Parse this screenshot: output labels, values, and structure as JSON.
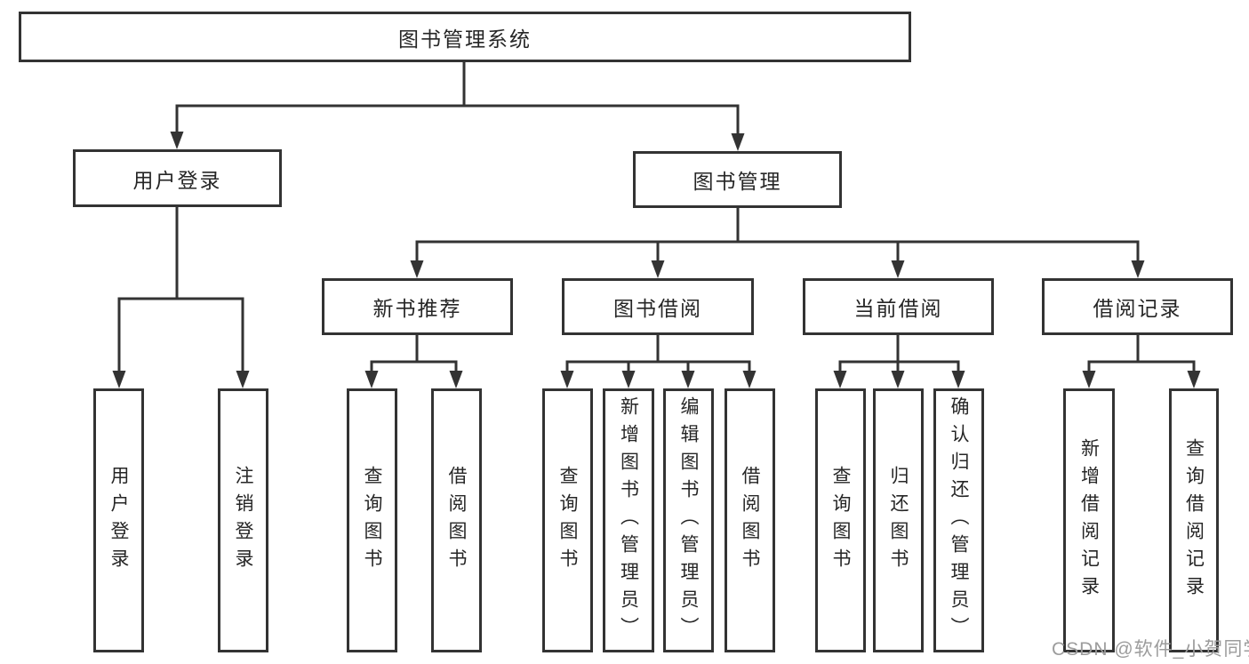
{
  "colors": {
    "line": "#333333",
    "box_border": "#333333",
    "text": "#262626",
    "watermark": "#9c9c9c",
    "background": "#ffffff"
  },
  "watermark": {
    "text": "CSDN @软件_小贺同学"
  },
  "tree": {
    "label": "图书管理系统",
    "children": [
      {
        "label": "用户登录",
        "children": [
          {
            "label": "用户登录"
          },
          {
            "label": "注销登录"
          }
        ]
      },
      {
        "label": "图书管理",
        "children": [
          {
            "label": "新书推荐",
            "children": [
              {
                "label": "查询图书"
              },
              {
                "label": "借阅图书"
              }
            ]
          },
          {
            "label": "图书借阅",
            "children": [
              {
                "label": "查询图书"
              },
              {
                "label": "新增图书（管理员）"
              },
              {
                "label": "编辑图书（管理员）"
              },
              {
                "label": "借阅图书"
              }
            ]
          },
          {
            "label": "当前借阅",
            "children": [
              {
                "label": "查询图书"
              },
              {
                "label": "归还图书"
              },
              {
                "label": "确认归还（管理员）"
              }
            ]
          },
          {
            "label": "借阅记录",
            "children": [
              {
                "label": "新增借阅记录"
              },
              {
                "label": "查询借阅记录"
              }
            ]
          }
        ]
      }
    ]
  }
}
